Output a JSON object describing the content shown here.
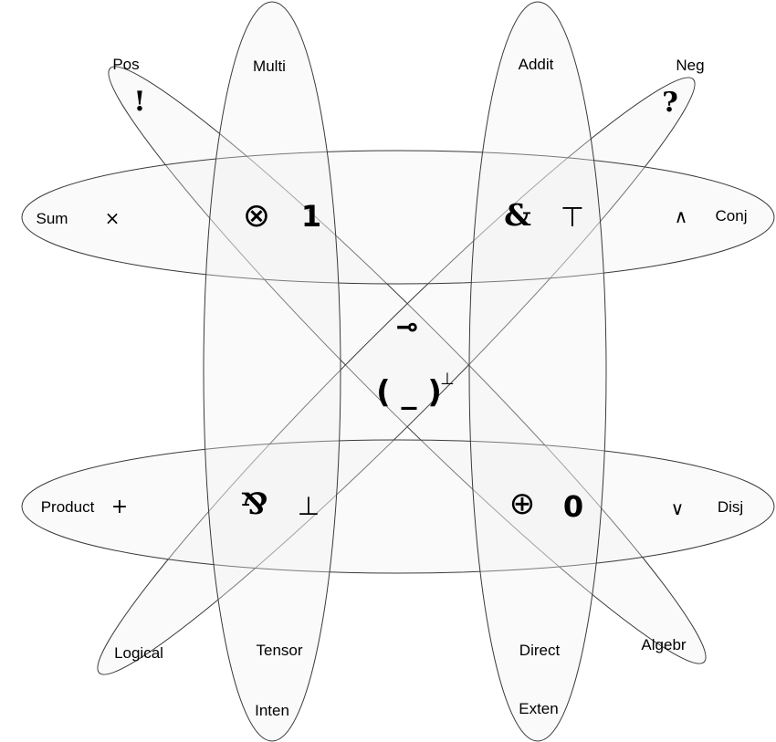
{
  "labels": {
    "pos": "Pos",
    "multi": "Multi",
    "addit": "Addit",
    "neg": "Neg",
    "sum": "Sum",
    "conj": "Conj",
    "product": "Product",
    "disj": "Disj",
    "logical": "Logical",
    "tensor": "Tensor",
    "inten": "Inten",
    "direct": "Direct",
    "exten": "Exten",
    "algebr": "Algebr"
  },
  "symbols": {
    "bang": "!",
    "question": "?",
    "times": "×",
    "otimes": "⊗",
    "one": "1",
    "with": "&",
    "top": "⊤",
    "wedge": "∧",
    "lollipop": "⊸",
    "dual": "( _ )",
    "dual_sup": "⊥",
    "plus": "+",
    "par": "⅋",
    "bot": "⊥",
    "oplus": "⊕",
    "zero": "0",
    "vee": "∨"
  },
  "colors": {
    "stroke": "#3a3a3a",
    "fill": "#f2f2f2",
    "text": "#000000"
  }
}
